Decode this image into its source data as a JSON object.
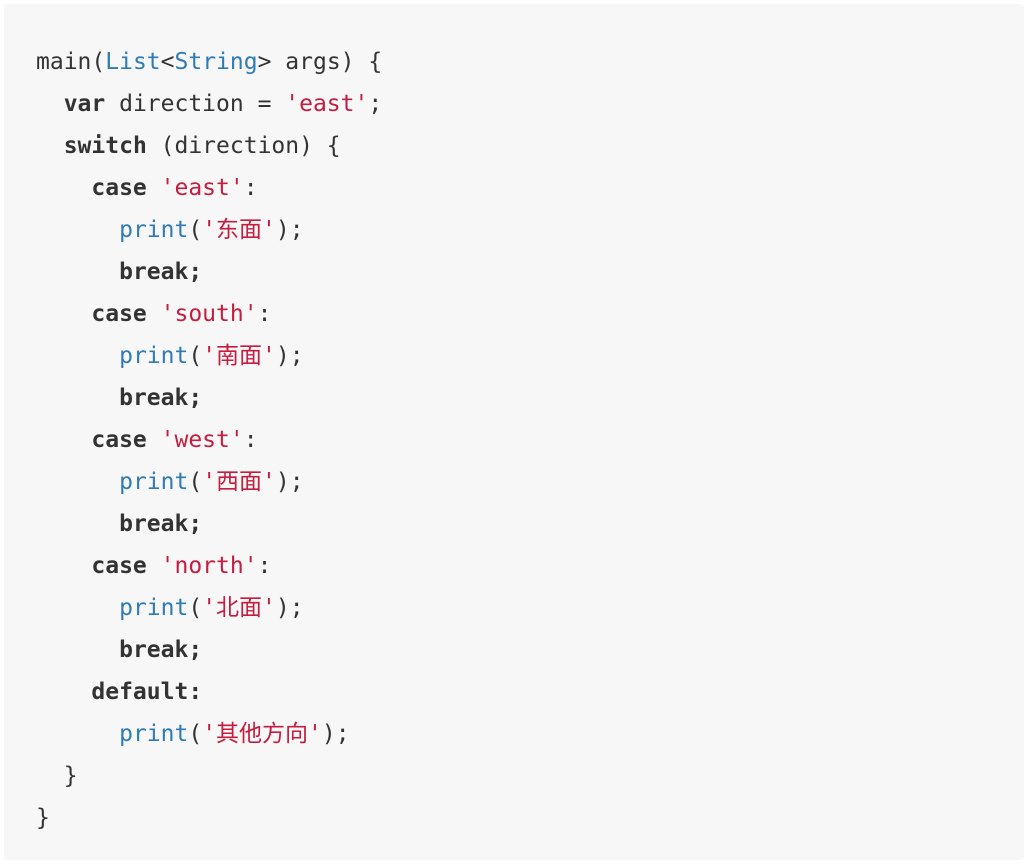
{
  "code": {
    "lines": [
      [
        {
          "t": "main(",
          "c": "plain"
        },
        {
          "t": "List",
          "c": "type"
        },
        {
          "t": "<",
          "c": "plain"
        },
        {
          "t": "String",
          "c": "type"
        },
        {
          "t": "> args) {",
          "c": "plain"
        }
      ],
      [
        {
          "t": "  ",
          "c": "plain"
        },
        {
          "t": "var",
          "c": "kw"
        },
        {
          "t": " direction = ",
          "c": "plain"
        },
        {
          "t": "'east'",
          "c": "str"
        },
        {
          "t": ";",
          "c": "plain"
        }
      ],
      [
        {
          "t": "  ",
          "c": "plain"
        },
        {
          "t": "switch",
          "c": "kw"
        },
        {
          "t": " (direction) {",
          "c": "plain"
        }
      ],
      [
        {
          "t": "    ",
          "c": "plain"
        },
        {
          "t": "case",
          "c": "kw"
        },
        {
          "t": " ",
          "c": "plain"
        },
        {
          "t": "'east'",
          "c": "str"
        },
        {
          "t": ":",
          "c": "plain"
        }
      ],
      [
        {
          "t": "      ",
          "c": "plain"
        },
        {
          "t": "print",
          "c": "fn"
        },
        {
          "t": "(",
          "c": "plain"
        },
        {
          "t": "'东面'",
          "c": "str"
        },
        {
          "t": ");",
          "c": "plain"
        }
      ],
      [
        {
          "t": "      ",
          "c": "plain"
        },
        {
          "t": "break;",
          "c": "kw"
        }
      ],
      [
        {
          "t": "    ",
          "c": "plain"
        },
        {
          "t": "case",
          "c": "kw"
        },
        {
          "t": " ",
          "c": "plain"
        },
        {
          "t": "'south'",
          "c": "str"
        },
        {
          "t": ":",
          "c": "plain"
        }
      ],
      [
        {
          "t": "      ",
          "c": "plain"
        },
        {
          "t": "print",
          "c": "fn"
        },
        {
          "t": "(",
          "c": "plain"
        },
        {
          "t": "'南面'",
          "c": "str"
        },
        {
          "t": ");",
          "c": "plain"
        }
      ],
      [
        {
          "t": "      ",
          "c": "plain"
        },
        {
          "t": "break;",
          "c": "kw"
        }
      ],
      [
        {
          "t": "    ",
          "c": "plain"
        },
        {
          "t": "case",
          "c": "kw"
        },
        {
          "t": " ",
          "c": "plain"
        },
        {
          "t": "'west'",
          "c": "str"
        },
        {
          "t": ":",
          "c": "plain"
        }
      ],
      [
        {
          "t": "      ",
          "c": "plain"
        },
        {
          "t": "print",
          "c": "fn"
        },
        {
          "t": "(",
          "c": "plain"
        },
        {
          "t": "'西面'",
          "c": "str"
        },
        {
          "t": ");",
          "c": "plain"
        }
      ],
      [
        {
          "t": "      ",
          "c": "plain"
        },
        {
          "t": "break;",
          "c": "kw"
        }
      ],
      [
        {
          "t": "    ",
          "c": "plain"
        },
        {
          "t": "case",
          "c": "kw"
        },
        {
          "t": " ",
          "c": "plain"
        },
        {
          "t": "'north'",
          "c": "str"
        },
        {
          "t": ":",
          "c": "plain"
        }
      ],
      [
        {
          "t": "      ",
          "c": "plain"
        },
        {
          "t": "print",
          "c": "fn"
        },
        {
          "t": "(",
          "c": "plain"
        },
        {
          "t": "'北面'",
          "c": "str"
        },
        {
          "t": ");",
          "c": "plain"
        }
      ],
      [
        {
          "t": "      ",
          "c": "plain"
        },
        {
          "t": "break;",
          "c": "kw"
        }
      ],
      [
        {
          "t": "    ",
          "c": "plain"
        },
        {
          "t": "default:",
          "c": "kw"
        }
      ],
      [
        {
          "t": "      ",
          "c": "plain"
        },
        {
          "t": "print",
          "c": "fn"
        },
        {
          "t": "(",
          "c": "plain"
        },
        {
          "t": "'其他方向'",
          "c": "str"
        },
        {
          "t": ");",
          "c": "plain"
        }
      ],
      [
        {
          "t": "  }",
          "c": "plain"
        }
      ],
      [
        {
          "t": "}",
          "c": "plain"
        }
      ]
    ]
  },
  "colors": {
    "background": "#f7f7f7",
    "keyword": "#333333",
    "type": "#2f7bb5",
    "function": "#2f7bb5",
    "string": "#c41d3f"
  }
}
